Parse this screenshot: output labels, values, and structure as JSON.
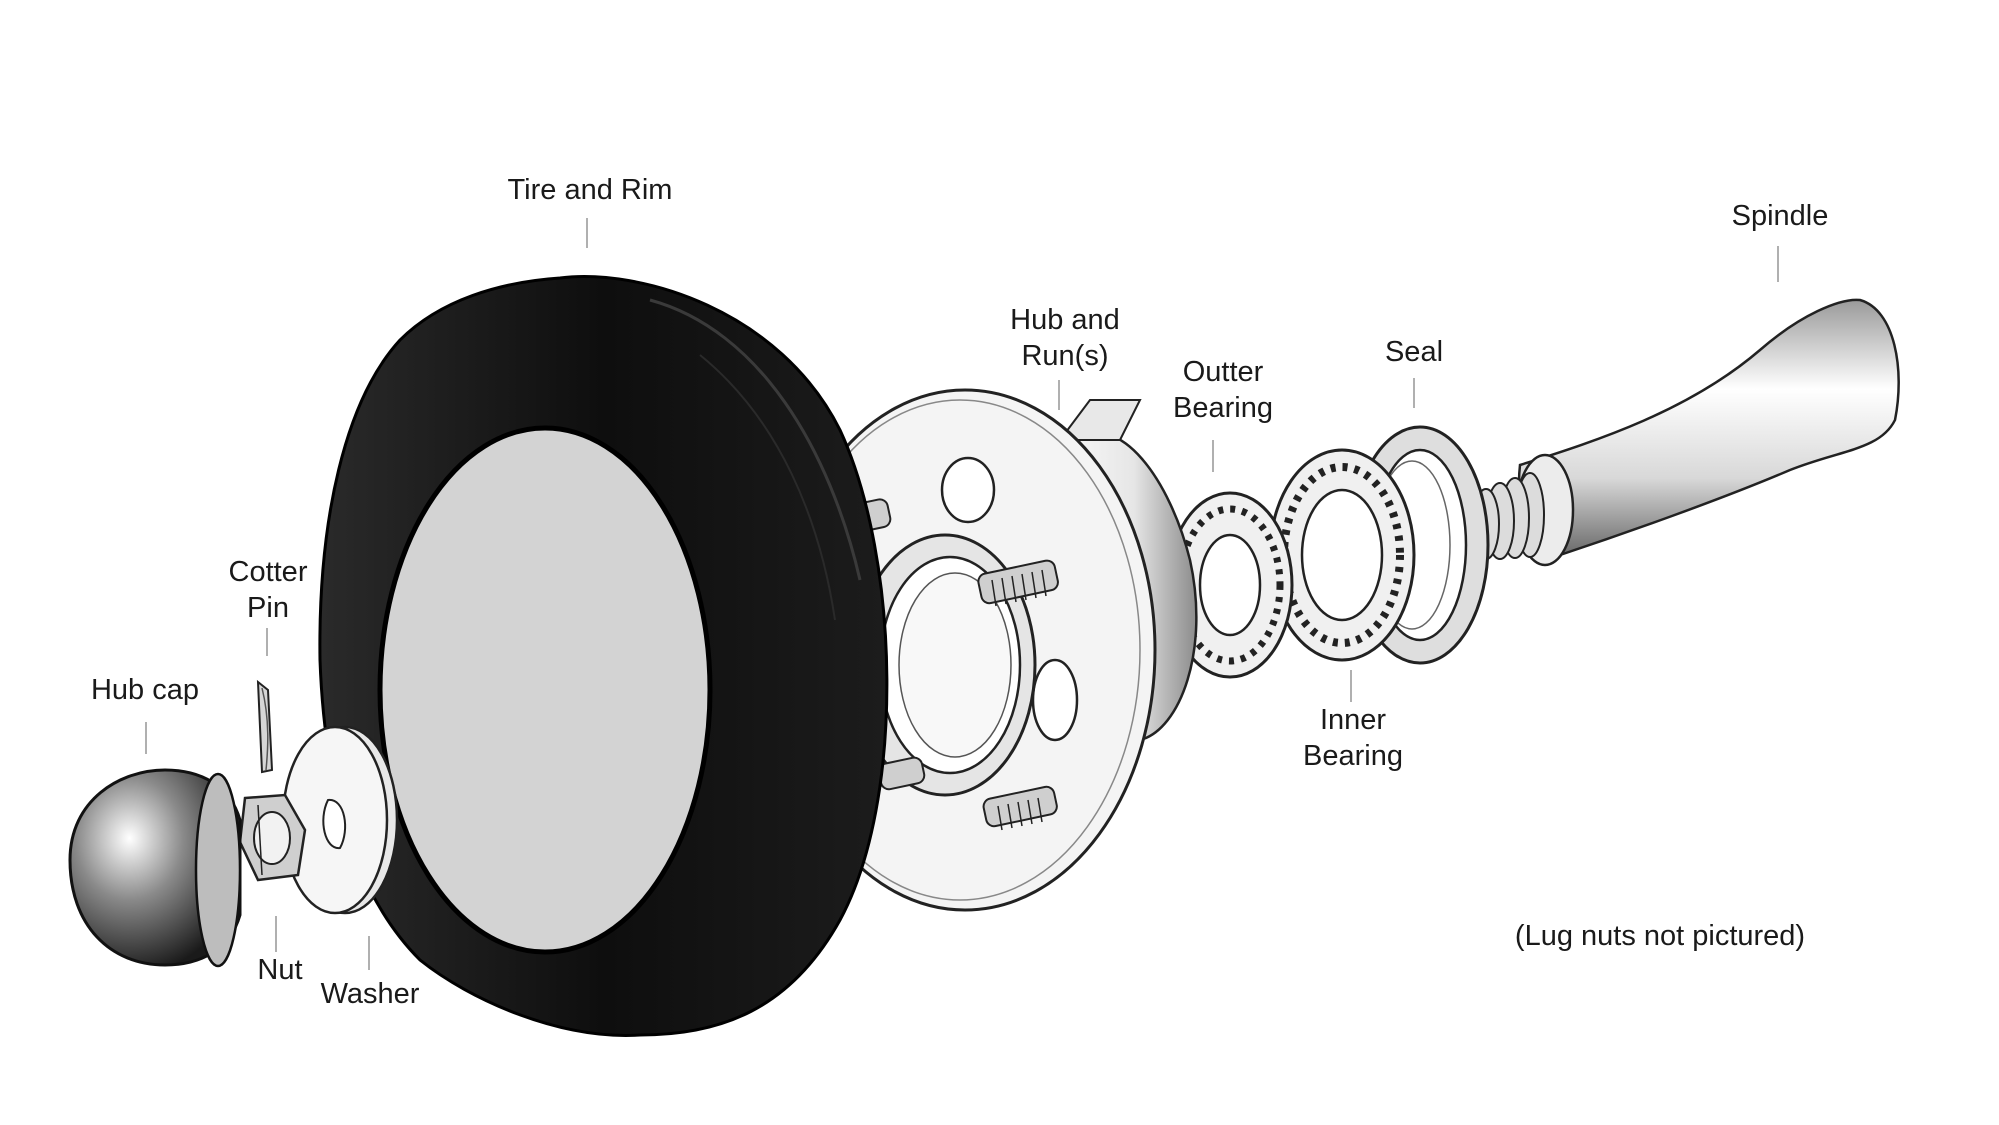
{
  "diagram": {
    "labels": {
      "tire_and_rim": "Tire and Rim",
      "spindle": "Spindle",
      "hub_and_run": [
        "Hub and",
        "Run(s)"
      ],
      "outter_bearing": [
        "Outter",
        "Bearing"
      ],
      "seal": "Seal",
      "inner_bearing": [
        "Inner",
        "Bearing"
      ],
      "cotter_pin": [
        "Cotter",
        "Pin"
      ],
      "hub_cap": "Hub cap",
      "nut": "Nut",
      "washer": "Washer"
    },
    "note": "(Lug nuts not pictured)"
  },
  "colors": {
    "tire": "#111111",
    "rim_face": "#d3d3d3",
    "metal_light": "#f2f2f2",
    "metal_dark": "#3a3a3a",
    "leader_line": "#b0b0b0",
    "text": "#1a1a1a"
  }
}
